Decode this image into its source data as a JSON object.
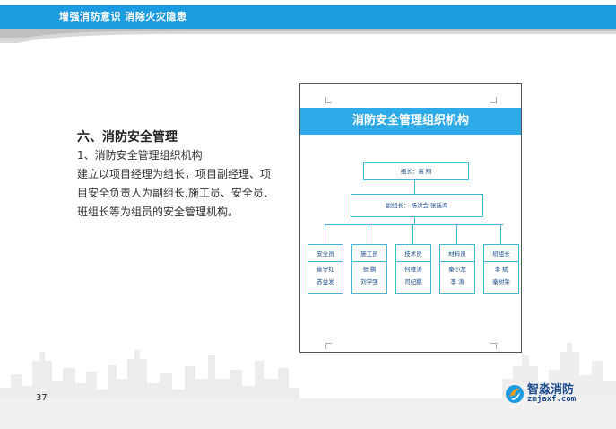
{
  "header": {
    "slogan": "增强消防意识   消除火灾隐患"
  },
  "section": {
    "title": "六、消防安全管理",
    "subtitle": "1、消防安全管理组织机构",
    "body": "建立以项目经理为组长，项目副经理、项目安全负责人为副组长,施工员、安全员、班组长等为组员的安全管理机构。"
  },
  "org_chart": {
    "title": "消防安全管理组织机构",
    "leader": "组长：高  翔",
    "deputy": "副组长：   杨洪会     张廷海",
    "members": [
      {
        "role": "安全员",
        "names": [
          "崔守红",
          "苏益发"
        ]
      },
      {
        "role": "施工员",
        "names": [
          "张  鹏",
          "刘学强"
        ]
      },
      {
        "role": "技术员",
        "names": [
          "何维涛",
          "司纪鹏"
        ]
      },
      {
        "role": "材料员",
        "names": [
          "秦小龙",
          "李  涛"
        ]
      },
      {
        "role": "班组长",
        "names": [
          "李  斌",
          "秦树荣"
        ]
      }
    ]
  },
  "footer": {
    "page_number": "37",
    "logo_name": "智淼消防",
    "logo_url": "zmjaxf.com"
  },
  "colors": {
    "header_blue": "#1d9be0",
    "chart_banner": "#2eaae8",
    "box_border": "#3fb7d6"
  }
}
